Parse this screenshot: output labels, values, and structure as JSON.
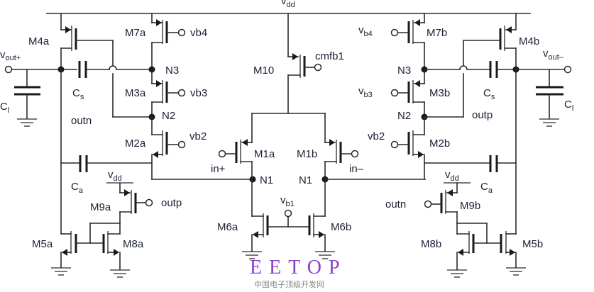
{
  "supply": {
    "label": "v",
    "sub": "dd"
  },
  "transistors": {
    "M4a": "M4a",
    "M7a": "M7a",
    "M3a": "M3a",
    "M2a": "M2a",
    "M1a": "M1a",
    "M10": "M10",
    "M1b": "M1b",
    "M2b": "M2b",
    "M3b": "M3b",
    "M7b": "M7b",
    "M4b": "M4b",
    "M9a": "M9a",
    "M5a": "M5a",
    "M8a": "M8a",
    "M6a": "M6a",
    "M6b": "M6b",
    "M9b": "M9b",
    "M8b": "M8b",
    "M5b": "M5b"
  },
  "nodes": {
    "N3": "N3",
    "N2": "N2",
    "N1": "N1"
  },
  "bias": {
    "vb4_left": "vb4",
    "vb3_left": "vb3",
    "vb2_left": "vb2",
    "vb4_right": {
      "label": "v",
      "sub": "b4"
    },
    "vb3_right": {
      "label": "v",
      "sub": "b3"
    },
    "vb2_right": "vb2",
    "vb1": {
      "label": "v",
      "sub": "b1"
    },
    "cmfb": "cmfb1"
  },
  "inputs": {
    "in_plus": "in+",
    "in_minus": "in–"
  },
  "outputs": {
    "vout_plus": {
      "label": "v",
      "sub": "out+"
    },
    "vout_minus": {
      "label": "v",
      "sub": "out–"
    },
    "outn": "outn",
    "outp": "outp",
    "gate_m9a": "outp",
    "gate_m9b": "outn"
  },
  "capacitors": {
    "Cs": {
      "label": "C",
      "sub": "s"
    },
    "Ca": {
      "label": "C",
      "sub": "a"
    },
    "Cl": {
      "label": "C",
      "sub": "l"
    }
  },
  "local_vdd": {
    "label": "v",
    "sub": "dd"
  },
  "watermark": {
    "brand": "EETOP",
    "tagline": "中国电子顶级开发网"
  }
}
